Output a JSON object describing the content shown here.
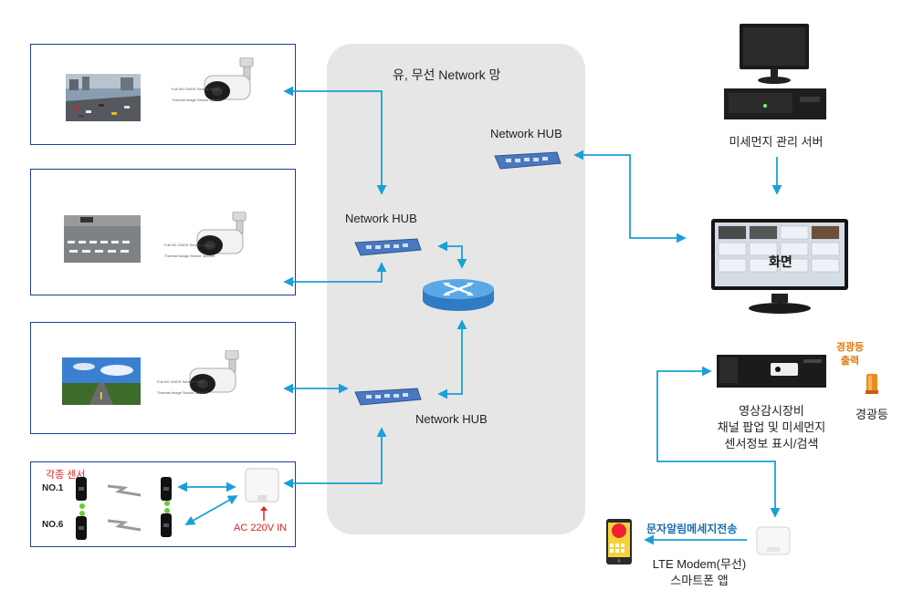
{
  "network_zone": {
    "title": "유, 무선 Network 망"
  },
  "hubs": {
    "top_label": "Network HUB",
    "middle_label": "Network HUB",
    "bottom_label": "Network HUB"
  },
  "camera_tags": {
    "line1": "Full HD CMOS Sensor Image",
    "line2": "Thermal Image Sensor 385x80"
  },
  "server": {
    "label": "미세먼지 관리 서버"
  },
  "monitor": {
    "screen_text": "화면"
  },
  "nvr": {
    "line1": "영상감시장비",
    "line2": "채널 팝업 및 미세먼지",
    "line3": "센서정보 표시/검색"
  },
  "warning_light": {
    "output_line1": "경광등",
    "output_line2": "출력",
    "label": "경광등"
  },
  "sensors": {
    "title": "각종 센서",
    "first": "NO.1",
    "last": "NO.6",
    "power": "AC 220V IN"
  },
  "sms": {
    "label": "문자알림메세지전송"
  },
  "modem": {
    "line1": "LTE Modem(무선)",
    "line2": "스마트폰 앱"
  },
  "colors": {
    "link": "#1aa0d8",
    "panel_border": "#1b3f94",
    "hub_blue": "#4a78c0",
    "router": "#3f8fd0",
    "accent_orange": "#e07a10",
    "accent_red": "#d22222"
  }
}
